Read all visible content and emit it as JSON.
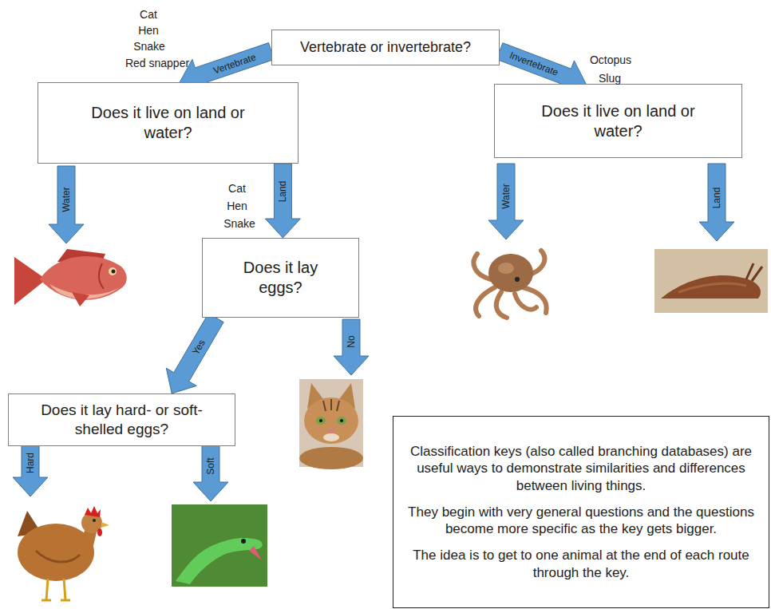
{
  "diagram": {
    "nodes": [
      {
        "text": [
          "Vertebrate or invertebrate?"
        ]
      },
      {
        "text": [
          "Does it live on land or water?"
        ]
      },
      {
        "text": [
          "Does it live on land or water?"
        ]
      },
      {
        "text": [
          "Does it lay eggs?"
        ]
      },
      {
        "text": [
          "Does it lay hard- or soft-shelled eggs?"
        ]
      },
      {
        "text": [
          "Classification keys (also called branching databases) are useful ways to demonstrate similarities and differences between living things.",
          "They begin with very general questions and the questions become more specific as the key gets bigger.",
          "The idea is to get to one animal at the end of each route through the key."
        ]
      }
    ],
    "edges": [
      {
        "from": 0,
        "to": 1,
        "arrow": "to",
        "label": "Vertebrate"
      },
      {
        "from": 0,
        "to": 2,
        "arrow": "to",
        "label": "Invertebrate"
      },
      {
        "from": 1,
        "to": 3,
        "arrow": "to",
        "label": "Land"
      },
      {
        "from": 3,
        "to": 4,
        "arrow": "to",
        "label": "Yes"
      }
    ],
    "labels": [
      "Cat",
      "Hen",
      "Snake",
      "Red snapper",
      "Octopus",
      "Slug",
      "Water",
      "Cat",
      "Hen",
      "Snake",
      "Water",
      "Land",
      "No",
      "Hard",
      "Soft"
    ]
  }
}
